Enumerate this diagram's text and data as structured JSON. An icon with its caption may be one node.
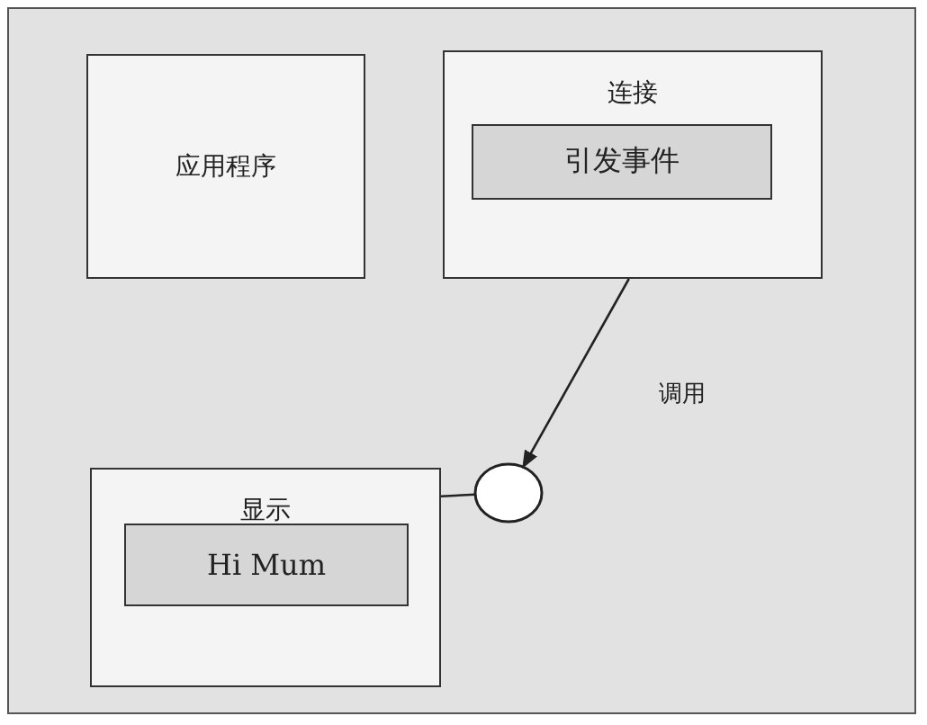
{
  "diagram": {
    "nodes": [
      {
        "text": [
          "应用程序"
        ]
      },
      {
        "text": [
          "连接"
        ]
      },
      {
        "text": [
          "引发事件"
        ],
        "in": 1
      },
      {
        "text": [
          "显示"
        ]
      },
      {
        "text": [
          "Hi Mum"
        ],
        "in": 3
      },
      {
        "text": [],
        "shape": "circle"
      }
    ],
    "edges": [
      {
        "from": 1,
        "to": 5,
        "arrow": "to",
        "label": "调用"
      },
      {
        "from": 3,
        "to": 5,
        "arrow": "none"
      }
    ]
  }
}
